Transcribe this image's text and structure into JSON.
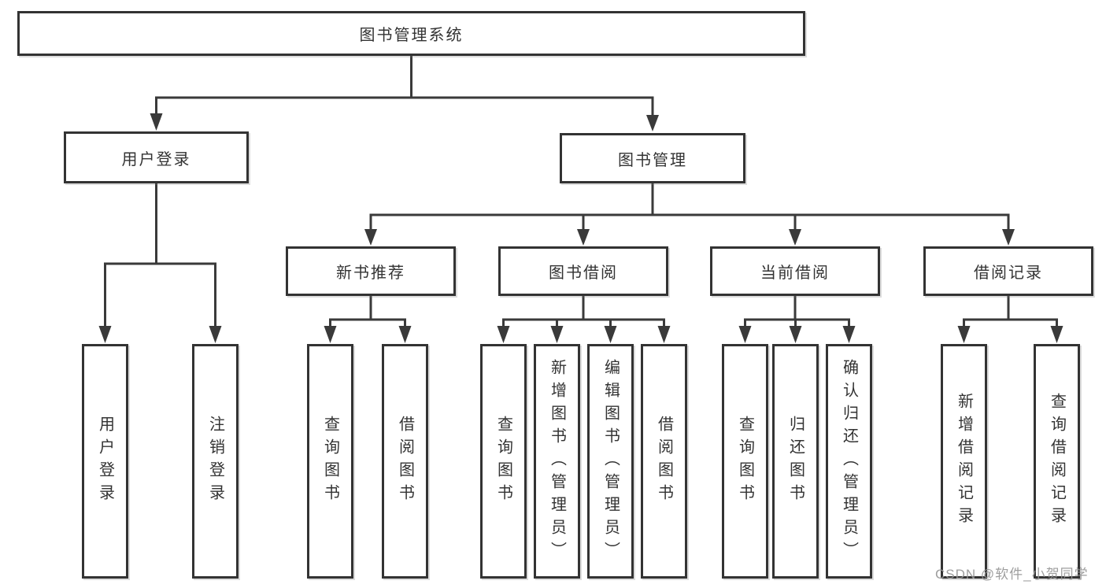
{
  "diagram_title": "图书管理系统",
  "tree": {
    "label": "图书管理系统",
    "children": [
      {
        "label": "用户登录",
        "children": [
          {
            "label": "用户登录"
          },
          {
            "label": "注销登录"
          }
        ]
      },
      {
        "label": "图书管理",
        "children": [
          {
            "label": "新书推荐",
            "children": [
              {
                "label": "查询图书"
              },
              {
                "label": "借阅图书"
              }
            ]
          },
          {
            "label": "图书借阅",
            "children": [
              {
                "label": "查询图书"
              },
              {
                "label": "新增图书（管理员）"
              },
              {
                "label": "编辑图书（管理员）"
              },
              {
                "label": "借阅图书"
              }
            ]
          },
          {
            "label": "当前借阅",
            "children": [
              {
                "label": "查询图书"
              },
              {
                "label": "归还图书"
              },
              {
                "label": "确认归还（管理员）"
              }
            ]
          },
          {
            "label": "借阅记录",
            "children": [
              {
                "label": "新增借阅记录"
              },
              {
                "label": "查询借阅记录"
              }
            ]
          }
        ]
      }
    ]
  },
  "watermark": {
    "text": "CSDN @软件_小贺同学"
  },
  "colors": {
    "line": "#3a3a3a",
    "box_border": "#333333",
    "text": "#333333",
    "background": "#ffffff",
    "watermark": "#969696"
  }
}
